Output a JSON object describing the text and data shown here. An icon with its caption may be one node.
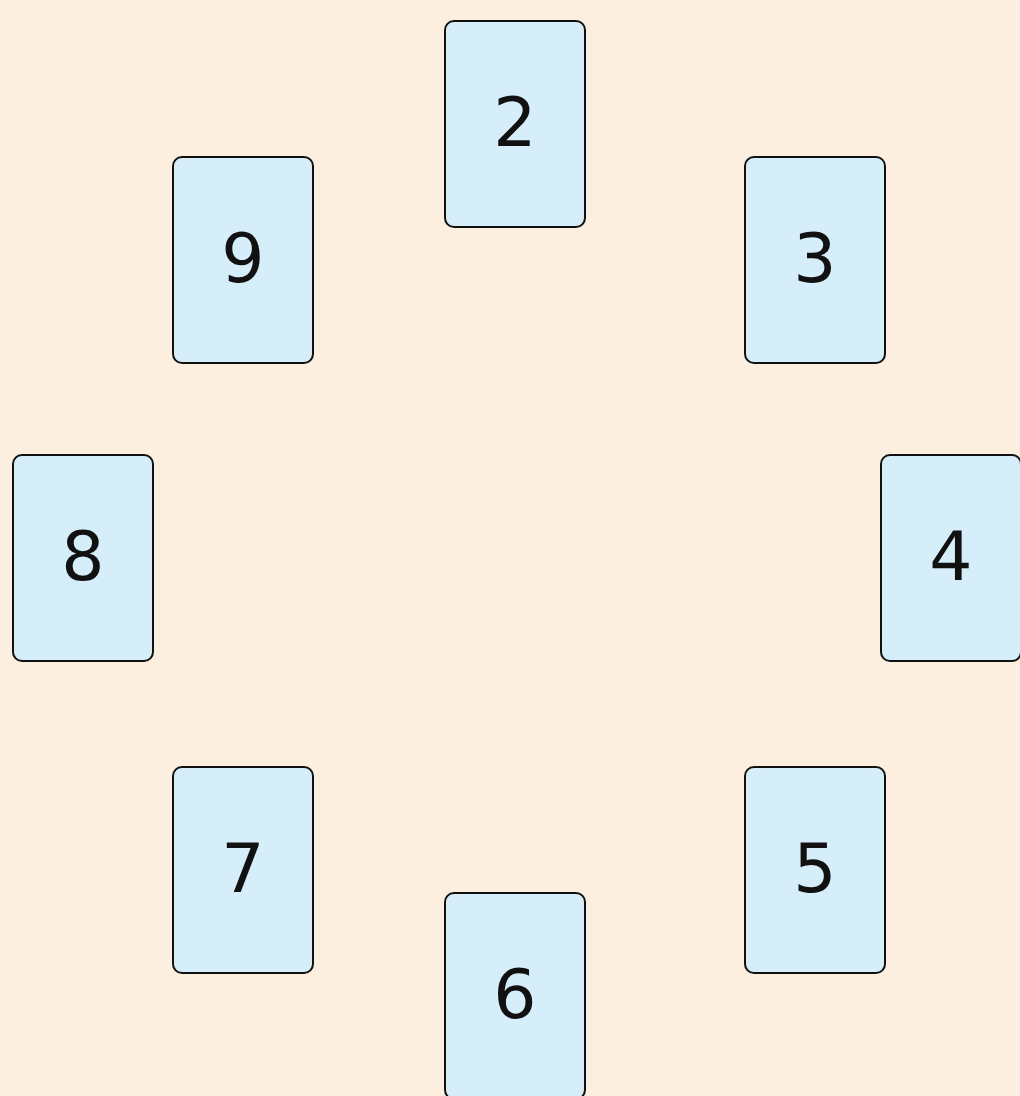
{
  "diagram": {
    "nodes": [
      {
        "text": [
          "2"
        ]
      },
      {
        "text": [
          "9"
        ]
      },
      {
        "text": [
          "3"
        ]
      },
      {
        "text": [
          "8"
        ]
      },
      {
        "text": [
          "4"
        ]
      },
      {
        "text": [
          "7"
        ]
      },
      {
        "text": [
          "5"
        ]
      },
      {
        "text": [
          "6"
        ]
      }
    ]
  }
}
